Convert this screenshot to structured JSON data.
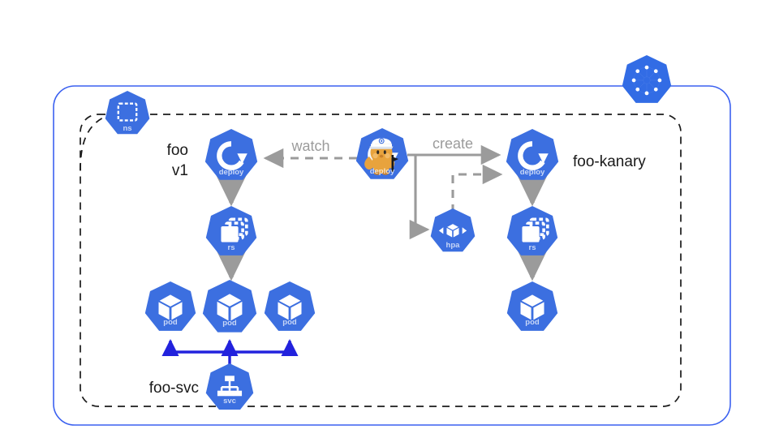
{
  "diagram": {
    "title": "Kubernetes canary deployment operator diagram",
    "colors": {
      "k8s_blue": "#3C6FE0",
      "k8s_blue_logo": "#326CE5",
      "cluster_border": "#3B61F0",
      "namespace_border": "#1a1a1a",
      "arrow_gray": "#9b9b9b",
      "service_arrow_blue": "#2222DD",
      "label_text": "#1a1a1a",
      "edge_label_text": "#9b9b9b",
      "icon_caption": "#ffffff",
      "background": "#ffffff"
    },
    "boundaries": [
      {
        "name": "cluster",
        "style": "solid-rounded",
        "color": "#3B61F0"
      },
      {
        "name": "namespace",
        "style": "dashed-rounded",
        "color": "#1a1a1a"
      }
    ],
    "cluster_badge": {
      "icon": "kubernetes-wheel-icon",
      "caption": ""
    },
    "nodes": [
      {
        "id": "ns",
        "icon": "namespace-icon",
        "caption": "ns",
        "label": ""
      },
      {
        "id": "foo-deploy",
        "icon": "deployment-icon",
        "caption": "deploy",
        "label": "foo\nv1",
        "label_line1": "foo",
        "label_line2": "v1"
      },
      {
        "id": "foo-rs",
        "icon": "replicaset-icon",
        "caption": "rs",
        "label": ""
      },
      {
        "id": "foo-pod-1",
        "icon": "pod-icon",
        "caption": "pod",
        "label": ""
      },
      {
        "id": "foo-pod-2",
        "icon": "pod-icon",
        "caption": "pod",
        "label": ""
      },
      {
        "id": "foo-pod-3",
        "icon": "pod-icon",
        "caption": "pod",
        "label": ""
      },
      {
        "id": "foo-svc",
        "icon": "service-icon",
        "caption": "svc",
        "label": "foo-svc"
      },
      {
        "id": "operator",
        "icon": "operator-mascot-icon",
        "caption": "deploy",
        "label": ""
      },
      {
        "id": "hpa",
        "icon": "hpa-icon",
        "caption": "hpa",
        "label": ""
      },
      {
        "id": "kanary-deploy",
        "icon": "deployment-icon",
        "caption": "deploy",
        "label": "foo-kanary"
      },
      {
        "id": "kanary-rs",
        "icon": "replicaset-icon",
        "caption": "rs",
        "label": ""
      },
      {
        "id": "kanary-pod",
        "icon": "pod-icon",
        "caption": "pod",
        "label": ""
      }
    ],
    "edges": [
      {
        "from": "operator",
        "to": "foo-deploy",
        "label": "watch",
        "style": "dashed",
        "color": "#9b9b9b"
      },
      {
        "from": "operator",
        "to": "kanary-deploy",
        "label": "create",
        "style": "solid",
        "color": "#9b9b9b"
      },
      {
        "from": "operator",
        "to": "hpa",
        "label": "",
        "style": "solid",
        "color": "#9b9b9b"
      },
      {
        "from": "hpa",
        "to": "kanary-deploy",
        "label": "",
        "style": "dashed",
        "color": "#9b9b9b"
      },
      {
        "from": "foo-deploy",
        "to": "foo-rs",
        "label": "",
        "style": "solid",
        "color": "#9b9b9b"
      },
      {
        "from": "foo-rs",
        "to": "foo-pod-2",
        "label": "",
        "style": "solid",
        "color": "#9b9b9b"
      },
      {
        "from": "kanary-deploy",
        "to": "kanary-rs",
        "label": "",
        "style": "solid",
        "color": "#9b9b9b"
      },
      {
        "from": "kanary-rs",
        "to": "kanary-pod",
        "label": "",
        "style": "solid",
        "color": "#9b9b9b"
      },
      {
        "from": "foo-svc",
        "to": "foo-pod-1",
        "label": "",
        "style": "solid",
        "color": "#2222DD"
      },
      {
        "from": "foo-svc",
        "to": "foo-pod-2",
        "label": "",
        "style": "solid",
        "color": "#2222DD"
      },
      {
        "from": "foo-svc",
        "to": "foo-pod-3",
        "label": "",
        "style": "solid",
        "color": "#2222DD"
      }
    ],
    "text_labels": {
      "foo_line1": "foo",
      "foo_line2": "v1",
      "foo_kanary": "foo-kanary",
      "foo_svc": "foo-svc",
      "watch": "watch",
      "create": "create"
    },
    "captions": {
      "ns": "ns",
      "deploy": "deploy",
      "rs": "rs",
      "pod": "pod",
      "svc": "svc",
      "hpa": "hpa"
    }
  }
}
